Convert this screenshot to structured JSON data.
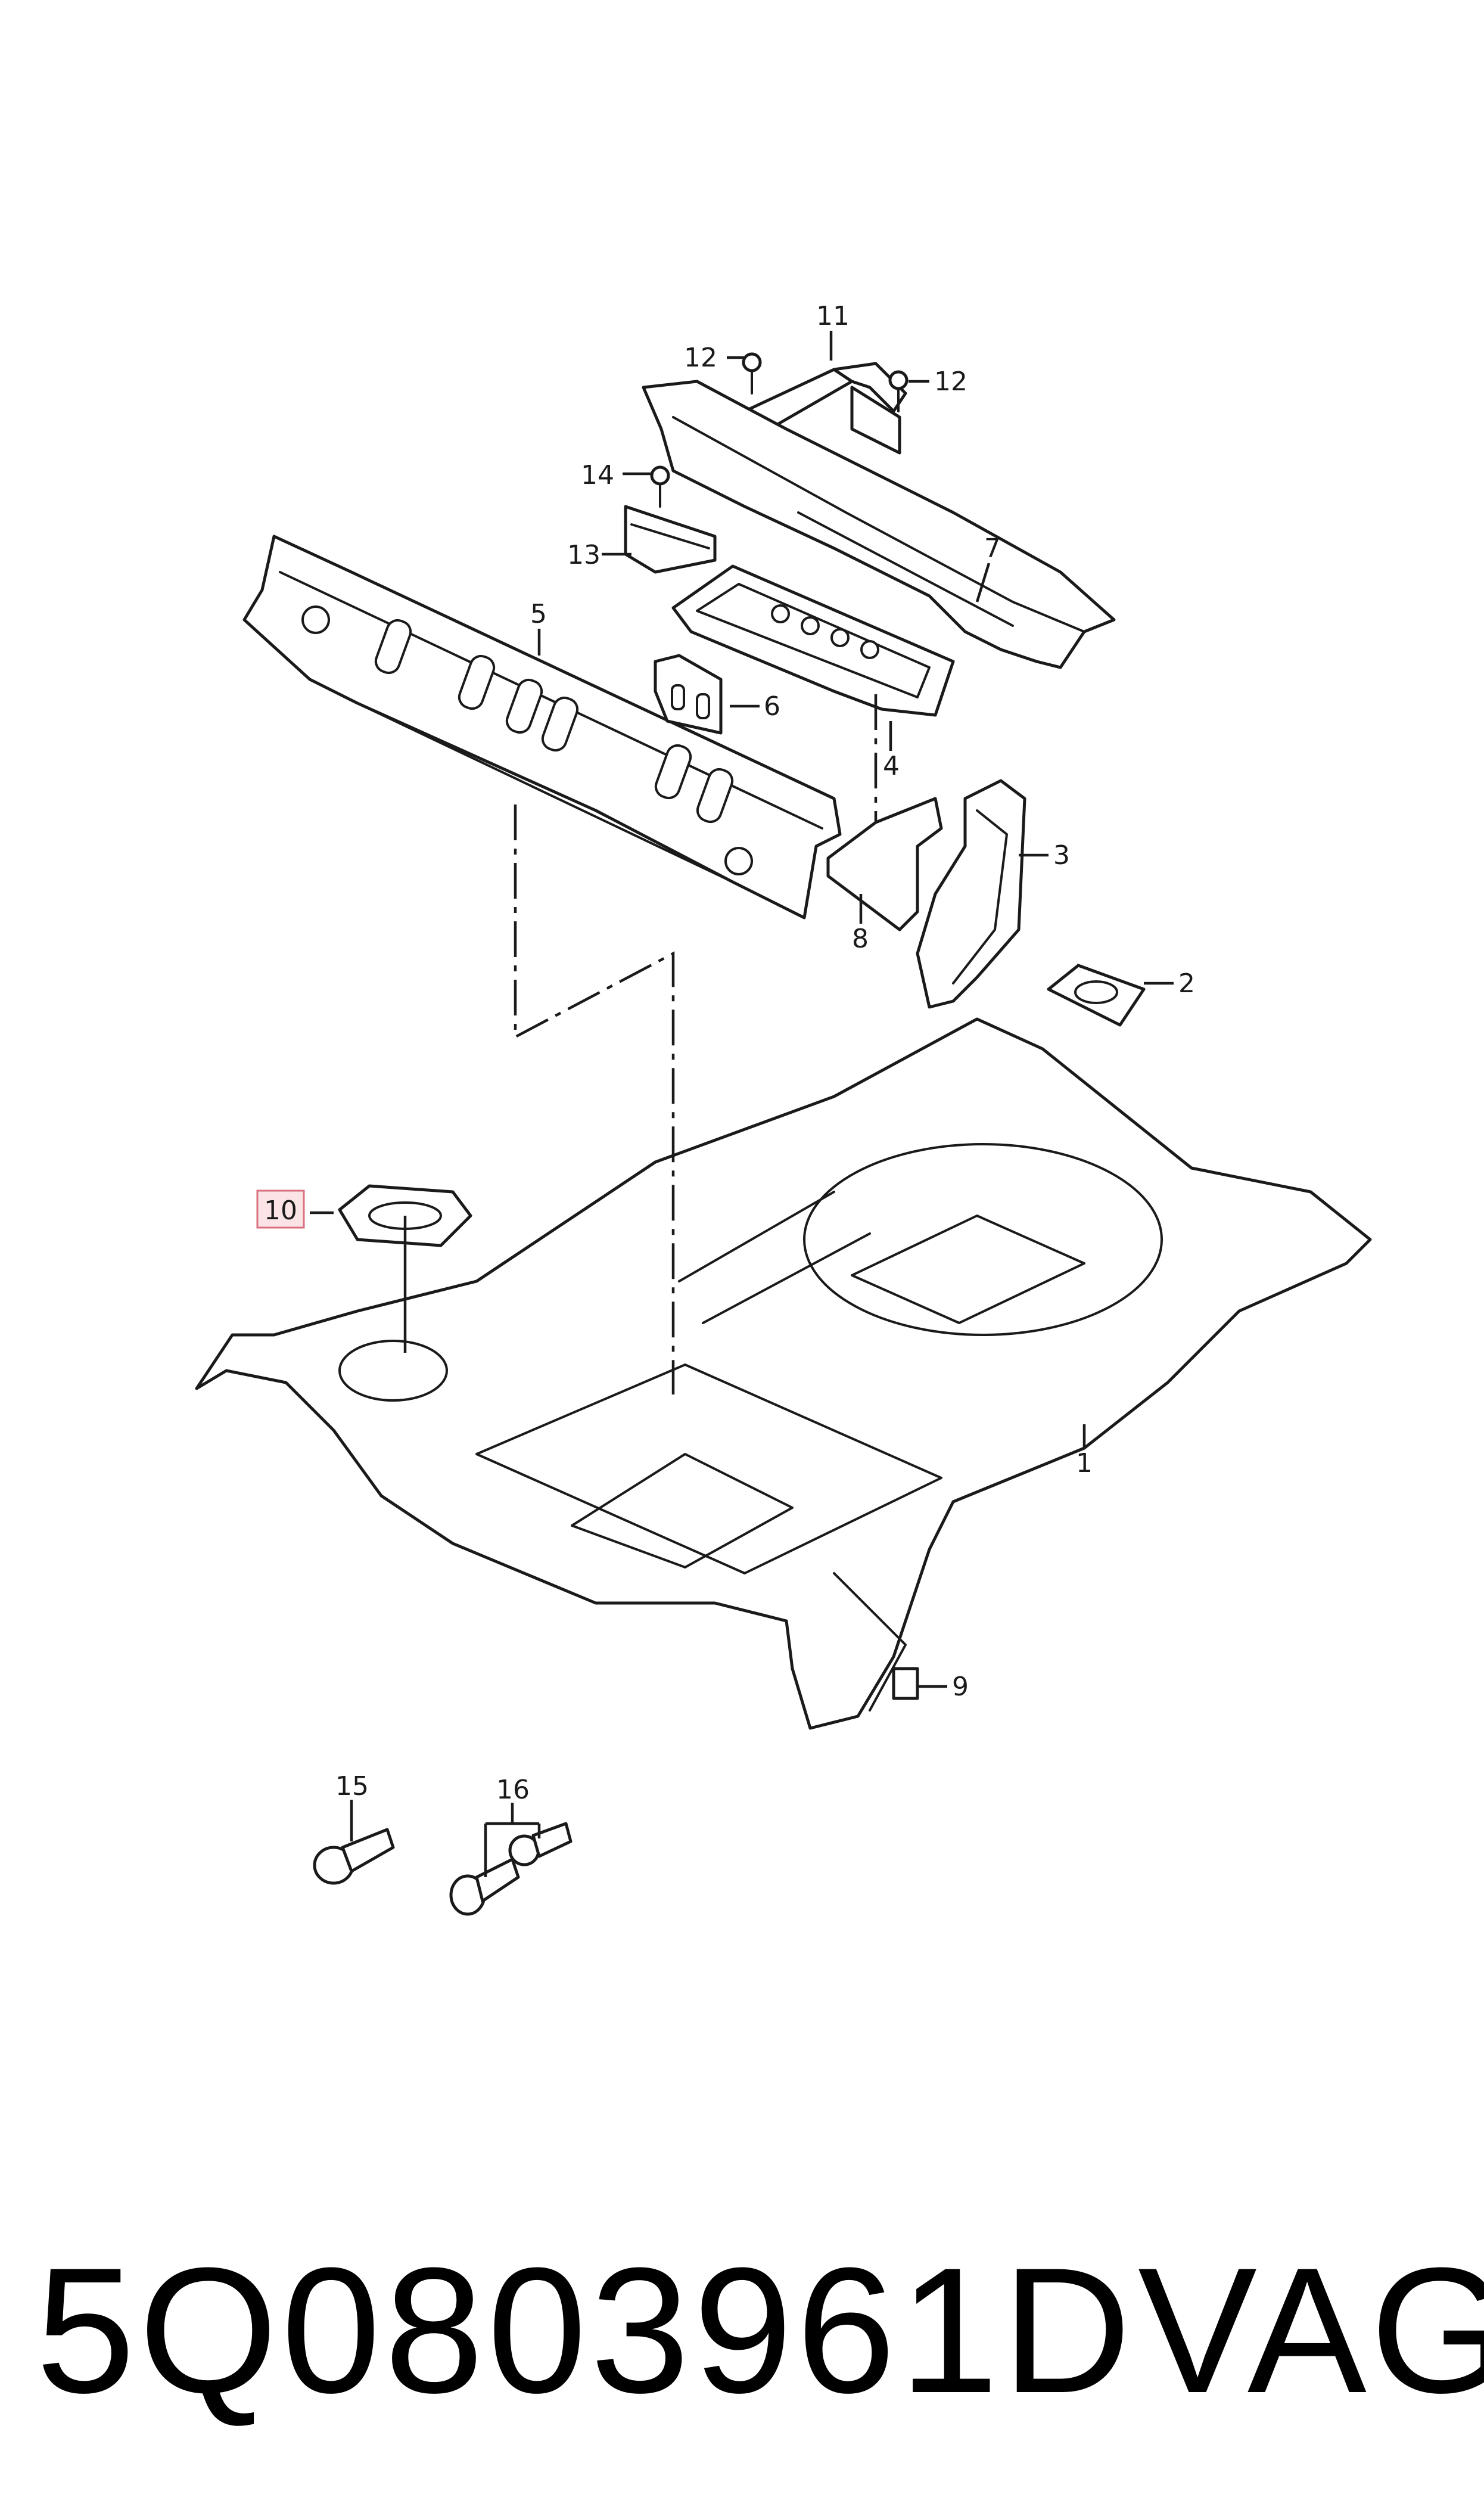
{
  "callouts": {
    "c1": "1",
    "c2": "2",
    "c3": "3",
    "c4": "4",
    "c5": "5",
    "c6": "6",
    "c7": "7",
    "c8": "8",
    "c9": "9",
    "c10": "10",
    "c11": "11",
    "c12a": "12",
    "c12b": "12",
    "c13": "13",
    "c14": "14",
    "c15": "15",
    "c16": "16"
  },
  "highlight": {
    "callout": "10",
    "color": "#fbe3e6",
    "border": "#d9707e"
  },
  "footer": {
    "part_number": "5Q0803961D",
    "brand": "VAG"
  }
}
